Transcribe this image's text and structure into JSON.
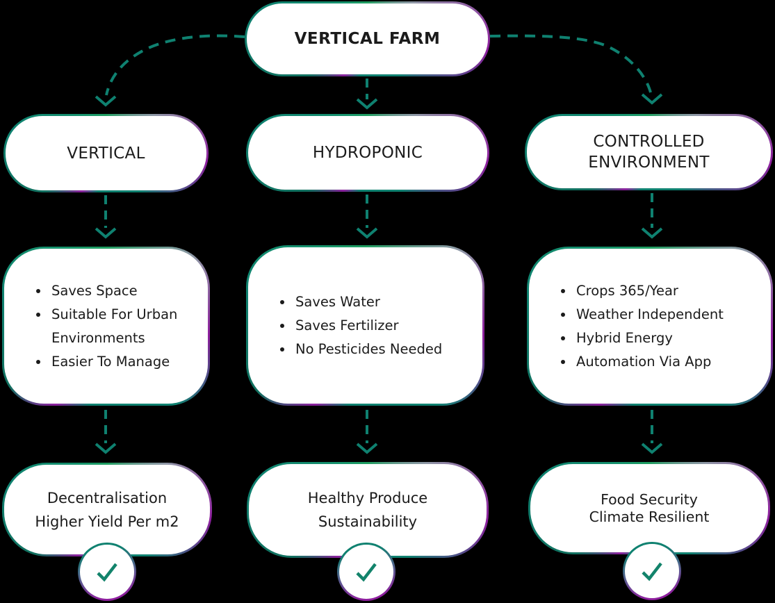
{
  "diagram_title": "VERTICAL FARM",
  "root": {
    "label": "VERTICAL FARM"
  },
  "columns": [
    {
      "pill": "VERTICAL",
      "bullets": [
        "Saves Space",
        "Suitable For Urban Environments",
        "Easier To Manage"
      ],
      "outcome_lines": [
        "Decentralisation",
        "Higher Yield Per m2"
      ],
      "badge_icon": "check-icon"
    },
    {
      "pill": "HYDROPONIC",
      "bullets": [
        "Saves Water",
        "Saves Fertilizer",
        "No Pesticides Needed"
      ],
      "outcome_lines": [
        "Healthy Produce",
        "Sustainability"
      ],
      "badge_icon": "check-icon"
    },
    {
      "pill": "CONTROLLED ENVIRONMENT",
      "bullets": [
        "Crops 365/Year",
        "Weather Independent",
        "Hybrid Energy",
        "Automation Via App"
      ],
      "outcome_lines": [
        "Food Security",
        "Climate Resilient"
      ],
      "badge_icon": "check-icon"
    }
  ],
  "colors": {
    "background": "#000000",
    "box_fill": "#ffffff",
    "text": "#1b1b1b",
    "accent_green": "#1f9e60",
    "accent_teal": "#0f8170",
    "accent_purple": "#8e1f9e",
    "connector": "#0f8170",
    "check": "#12836b"
  }
}
